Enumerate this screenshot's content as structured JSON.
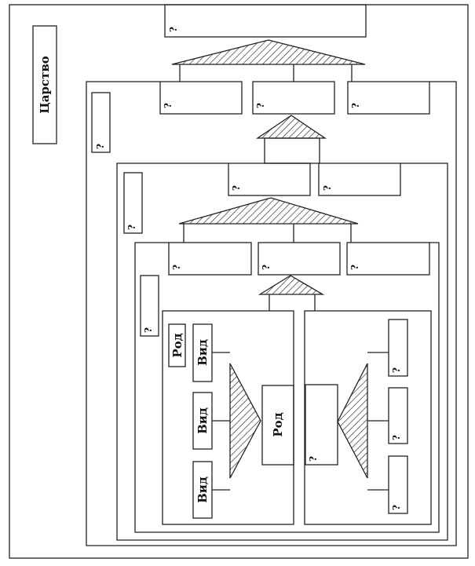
{
  "labels": {
    "kingdom": "Царство",
    "genus": "Род",
    "species": "Вид",
    "unknown": "?"
  }
}
